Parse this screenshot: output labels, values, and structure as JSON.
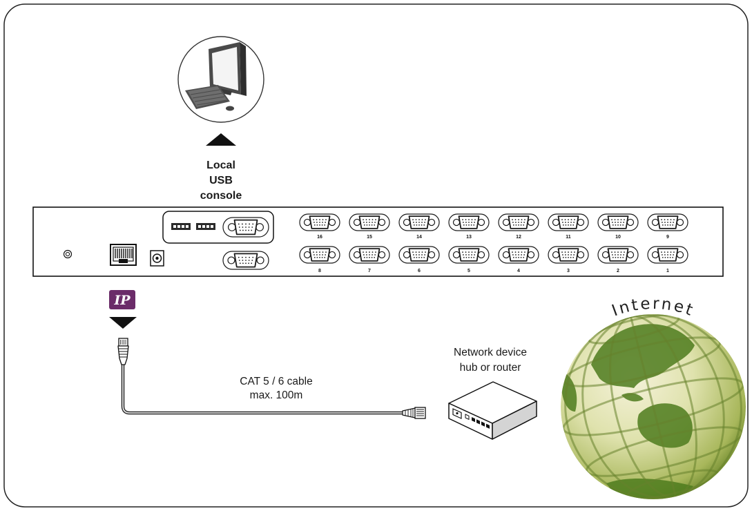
{
  "diagram": {
    "console": {
      "icon": "computer-icon",
      "arrow": "up-arrow-icon",
      "label_lines": [
        "Local",
        "USB",
        "console"
      ]
    },
    "kvm_panel": {
      "port_numbers_top": [
        "16",
        "15",
        "14",
        "13",
        "12",
        "11",
        "10",
        "9"
      ],
      "port_numbers_bottom": [
        "8",
        "7",
        "6",
        "5",
        "4",
        "3",
        "2",
        "1"
      ]
    },
    "ip_badge": {
      "label": "IP",
      "arrow": "down-arrow-icon"
    },
    "cable": {
      "lines": [
        "CAT 5 / 6 cable",
        "max. 100m"
      ]
    },
    "network_device": {
      "icon": "router-icon",
      "lines": [
        "Network device",
        "hub or router"
      ]
    },
    "internet": {
      "icon": "globe-icon",
      "label": "Internet"
    }
  },
  "colors": {
    "line": "#1a1a1a",
    "ip_badge": "#6b2c69",
    "globe_light": "#f5f2da",
    "globe_mid": "#dfe2ad",
    "globe_edge": "#a8b75b",
    "globe_rim": "#5b7a1f",
    "land": "#4e7b1d",
    "grid": "#66822c"
  }
}
